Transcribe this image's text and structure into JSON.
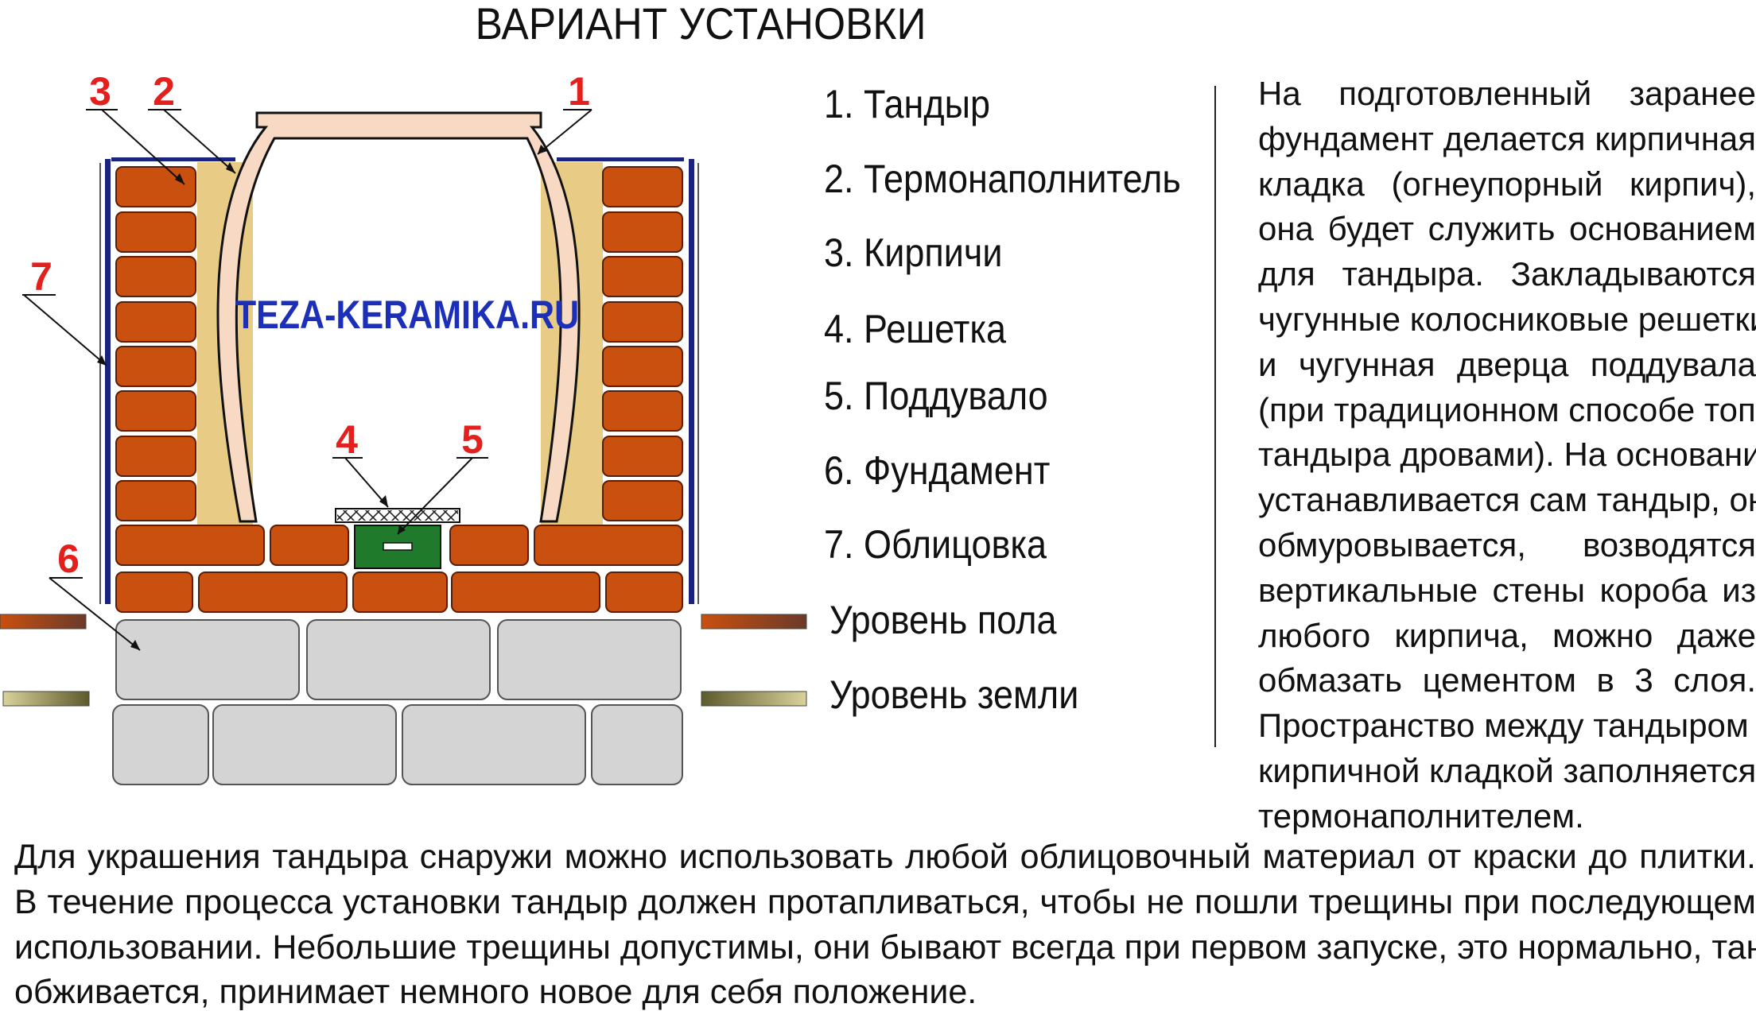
{
  "title": "ВАРИАНТ УСТАНОВКИ",
  "diagram": {
    "watermark": "TEZA-KERAMIKA.RU",
    "callouts": [
      "1",
      "2",
      "3",
      "4",
      "5",
      "6",
      "7"
    ],
    "colors": {
      "brick": "#c9500f",
      "brick_stroke": "#5a1d05",
      "thermal_filler": "#e8cc86",
      "tandoor_body": "#f7d9c4",
      "foundation": "#d4d4d4",
      "door": "#1f7a2c",
      "cladding": "#1a237e",
      "callout_red": "#e3201b",
      "watermark_blue": "#1c2fb8"
    }
  },
  "legend": [
    "1. Тандыр",
    "2. Термонаполнитель",
    "3. Кирпичи",
    "4. Решетка",
    "5. Поддувало",
    "6. Фундамент",
    "7. Облицовка",
    "Уровень пола",
    "Уровень земли"
  ],
  "right_text": [
    "На подготовленный заранее",
    "фундамент делается кирпичная",
    "кладка (огнеупорный кирпич),",
    "она будет служить основанием",
    "для тандыра. Закладываются",
    "чугунные колосниковые решетки",
    "и чугунная дверца поддувала",
    "(при традиционном способе топки",
    "тандыра дровами). На основание",
    "устанавливается сам тандыр, он",
    "обмуровывается, возводятся",
    "вертикальные стены короба из",
    "любого кирпича, можно даже",
    "обмазать цементом в 3 слоя.",
    "Пространство между тандыром и",
    "кирпичной кладкой заполняется",
    "термонаполнителем."
  ],
  "bottom_text": [
    "Для украшения тандыра снаружи можно использовать любой облицовочный материал от краски до плитки.",
    "В течение процесса установки тандыр должен протапливаться, чтобы не пошли трещины при последующем",
    "использовании. Небольшие трещины допустимы, они бывают всегда при первом запуске, это нормально, тандыр",
    "обживается, принимает немного новое для себя положение."
  ]
}
